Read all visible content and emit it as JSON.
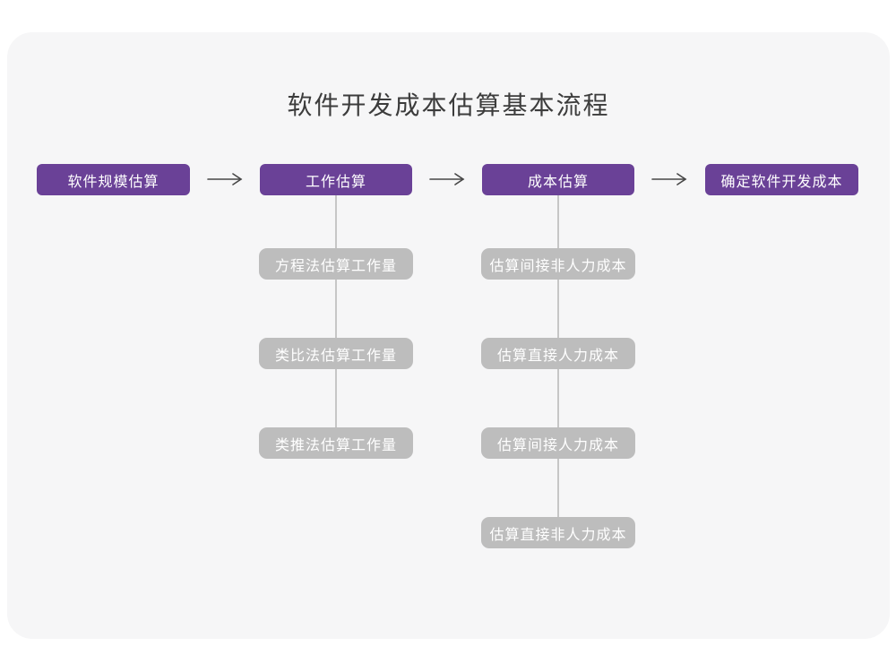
{
  "title": "软件开发成本估算基本流程",
  "colors": {
    "page_background": "#ffffff",
    "card_background": "#f6f6f7",
    "main_node": "#6a4197",
    "sub_node": "#bdbdbd",
    "node_text": "#ffffff",
    "arrow": "#474747",
    "connector": "#c6c6c6",
    "title_text": "#3c3c3c"
  },
  "flow": {
    "main_steps": [
      {
        "label": "软件规模估算"
      },
      {
        "label": "工作估算"
      },
      {
        "label": "成本估算"
      },
      {
        "label": "确定软件开发成本"
      }
    ],
    "work_estimation_methods": [
      {
        "label": "方程法估算工作量"
      },
      {
        "label": "类比法估算工作量"
      },
      {
        "label": "类推法估算工作量"
      }
    ],
    "cost_estimation_steps": [
      {
        "label": "估算间接非人力成本"
      },
      {
        "label": "估算直接人力成本"
      },
      {
        "label": "估算间接人力成本"
      },
      {
        "label": "估算直接非人力成本"
      }
    ]
  }
}
